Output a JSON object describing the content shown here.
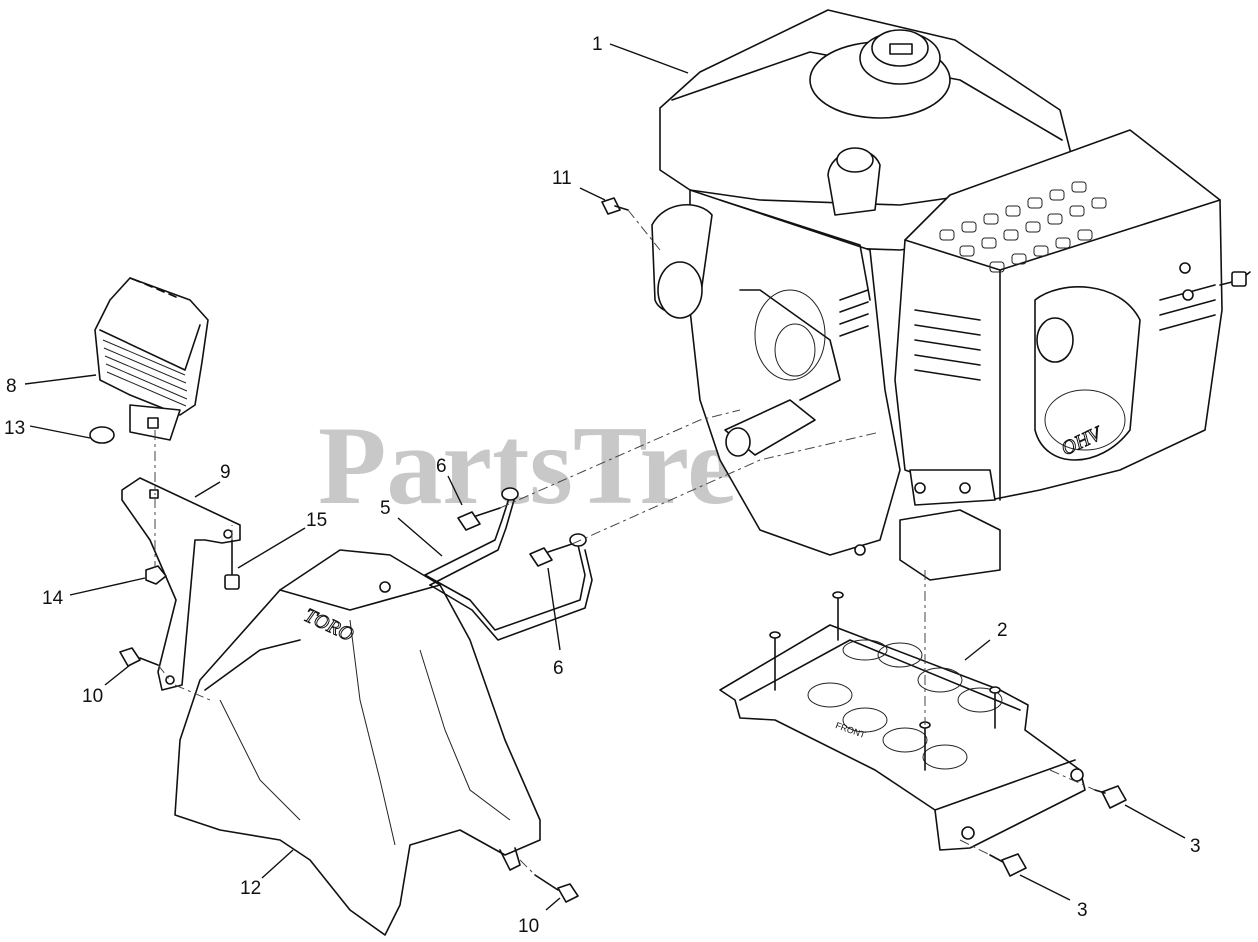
{
  "watermark": "PartsTree",
  "brand_marks": {
    "shroud": "TORO",
    "engine": "OHV",
    "base": "FRONT"
  },
  "callouts": [
    {
      "id": "c1",
      "label": "1"
    },
    {
      "id": "c2",
      "label": "2"
    },
    {
      "id": "c3a",
      "label": "3"
    },
    {
      "id": "c3b",
      "label": "3"
    },
    {
      "id": "c5",
      "label": "5"
    },
    {
      "id": "c6a",
      "label": "6"
    },
    {
      "id": "c6b",
      "label": "6"
    },
    {
      "id": "c8",
      "label": "8"
    },
    {
      "id": "c9",
      "label": "9"
    },
    {
      "id": "c10a",
      "label": "10"
    },
    {
      "id": "c10b",
      "label": "10"
    },
    {
      "id": "c11",
      "label": "11"
    },
    {
      "id": "c12",
      "label": "12"
    },
    {
      "id": "c13",
      "label": "13"
    },
    {
      "id": "c14",
      "label": "14"
    },
    {
      "id": "c15",
      "label": "15"
    }
  ]
}
